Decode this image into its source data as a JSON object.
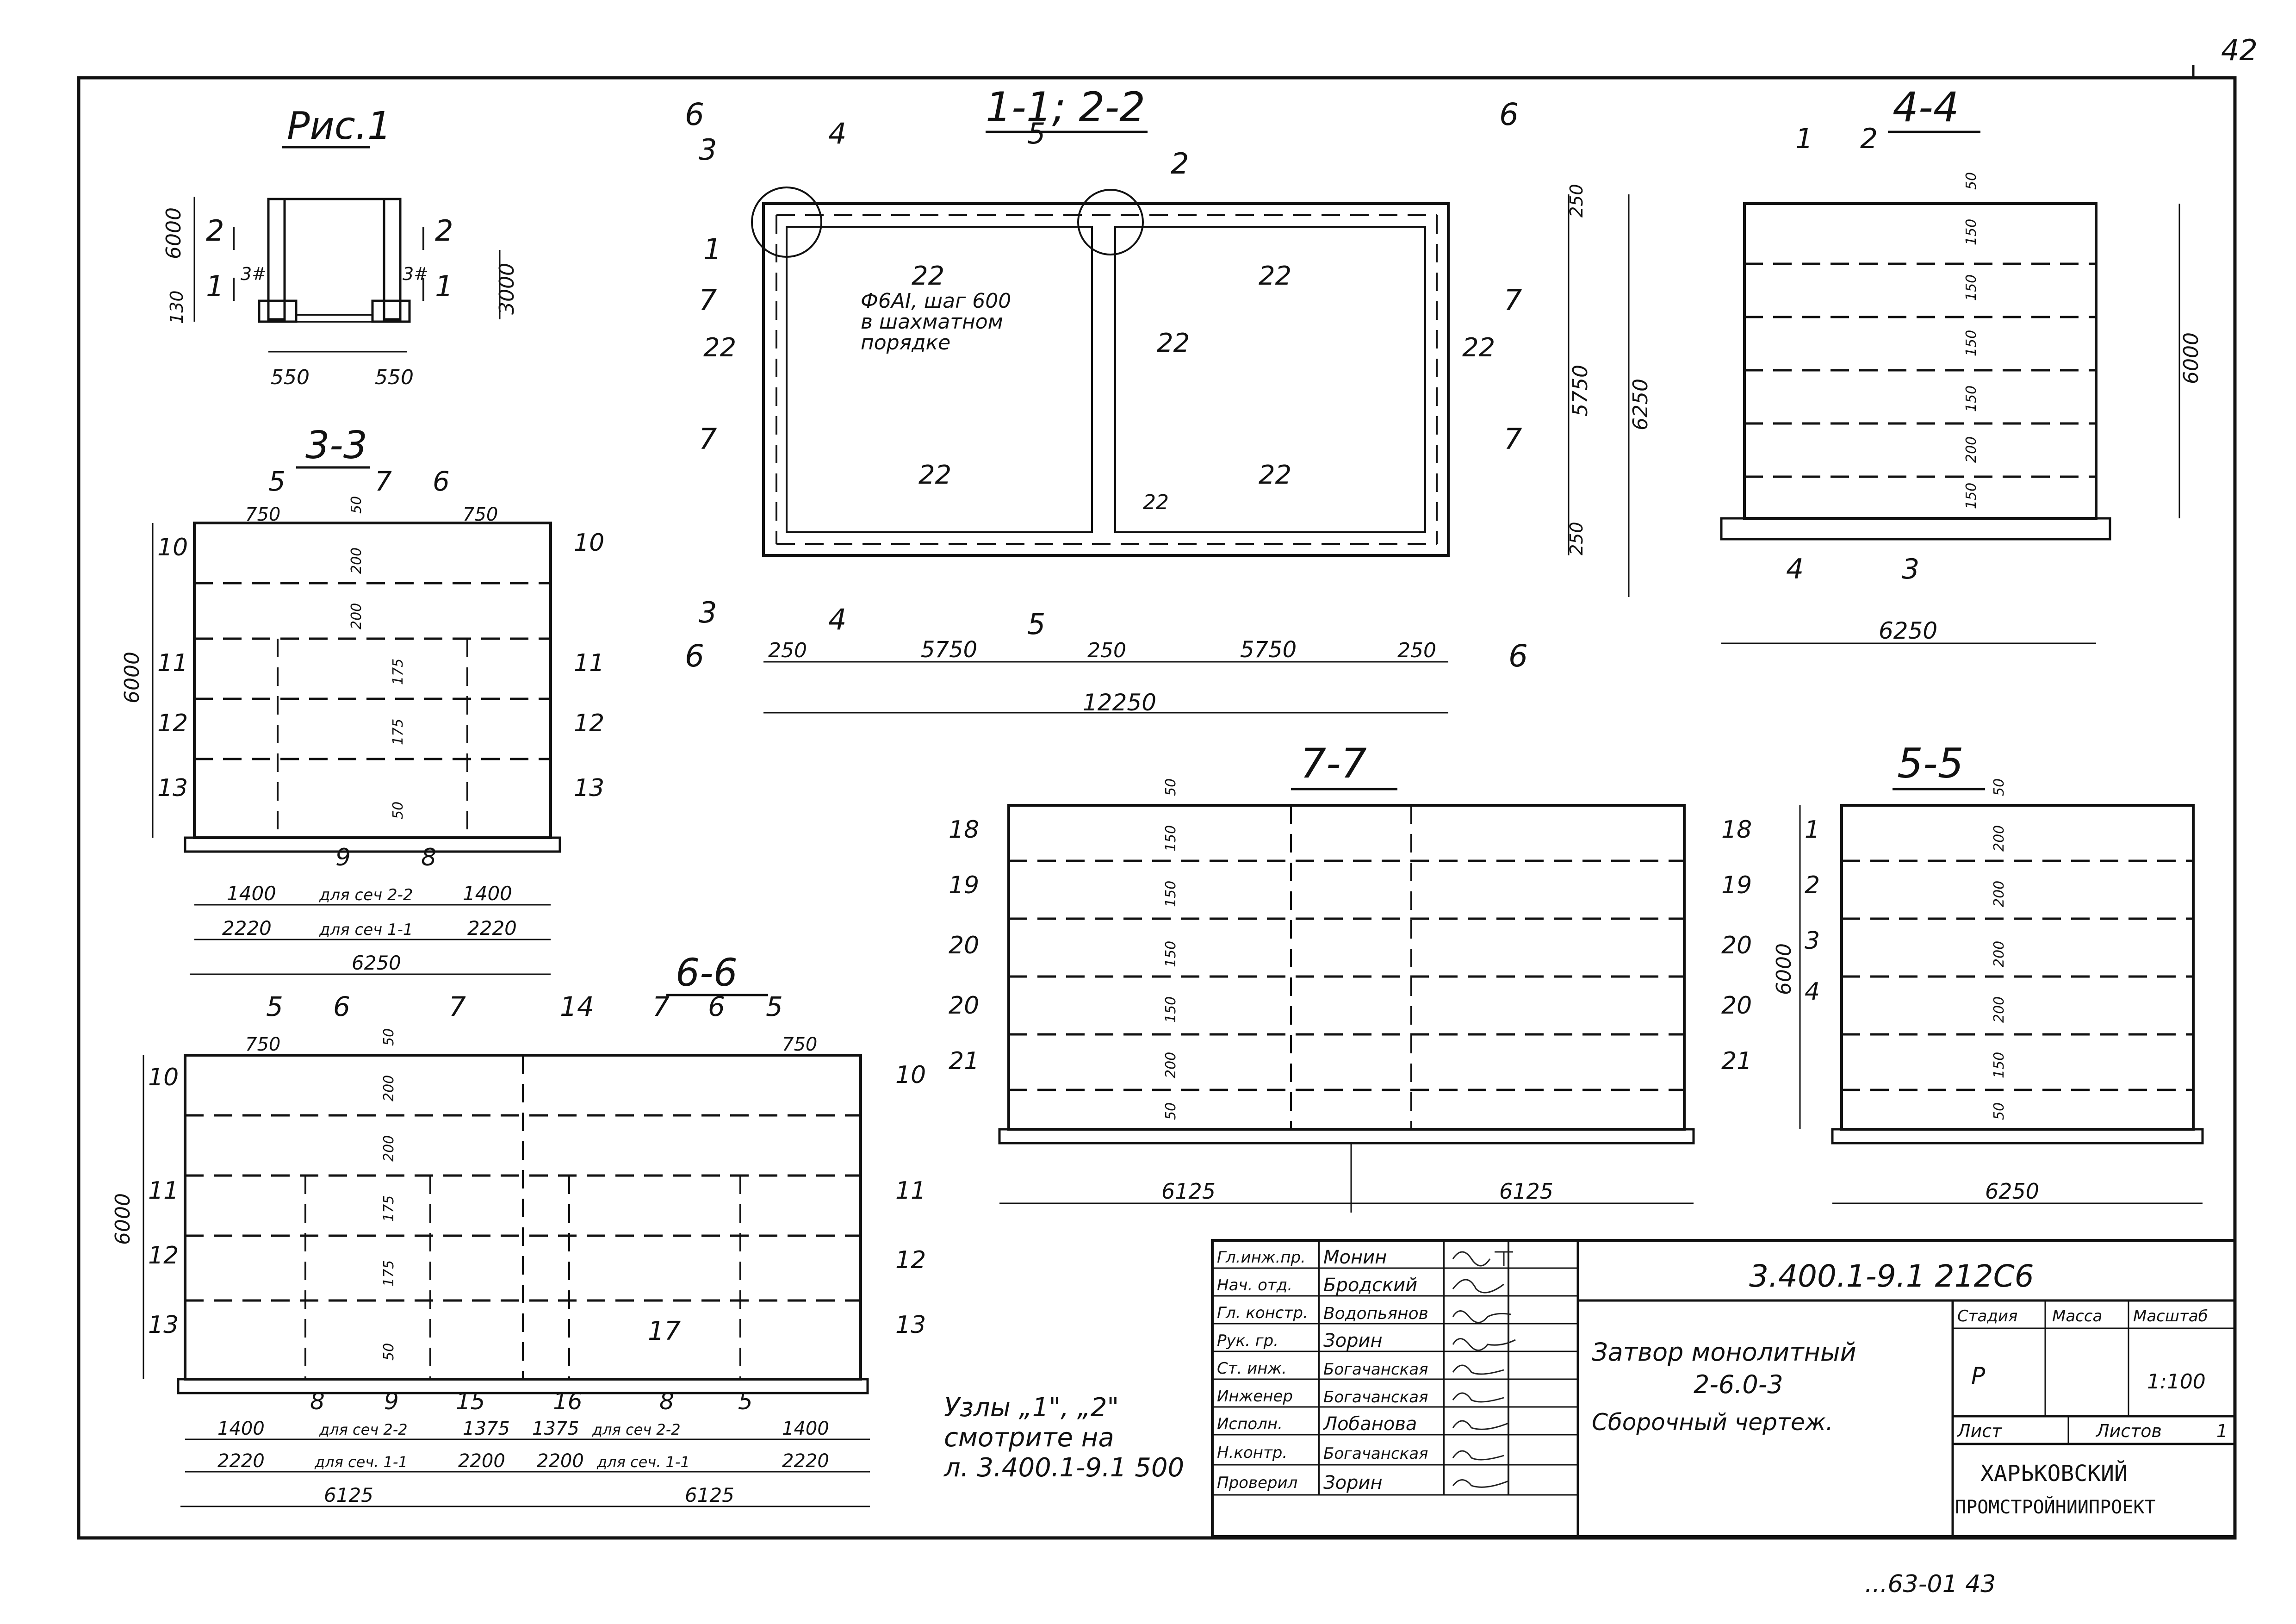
{
  "page_number": "42",
  "bottom_stamp": "...63-01 43",
  "fig1": {
    "title": "Рис.1",
    "dims": [
      "6000",
      "3000",
      "130",
      "550",
      "550"
    ],
    "cuts": [
      "2",
      "2",
      "1",
      "1"
    ],
    "marks": [
      "3#",
      "3#"
    ]
  },
  "plan": {
    "title": "1-1; 2-2",
    "cut_labels": [
      "6",
      "6",
      "3",
      "3",
      "4",
      "4",
      "5",
      "5",
      "6",
      "6",
      "7",
      "7",
      "7",
      "7"
    ],
    "callouts": [
      "1",
      "2"
    ],
    "rebar_note": [
      "Ф6АI, шаг 600",
      "в шахматном",
      "порядке"
    ],
    "marks_22": [
      "22",
      "22",
      "22",
      "22",
      "22",
      "22",
      "22",
      "22"
    ],
    "dims_right": [
      "250",
      "5750",
      "6250",
      "250"
    ],
    "dims_bottom": [
      "250",
      "5750",
      "250",
      "5750",
      "250"
    ],
    "total": "12250"
  },
  "s44": {
    "title": "4-4",
    "labels": [
      "1",
      "2",
      "4",
      "3"
    ],
    "spacings": [
      "50",
      "150",
      "150",
      "150",
      "150",
      "200",
      "150"
    ],
    "height": "6000",
    "width": "6250"
  },
  "s33": {
    "title": "3-3",
    "top_labels": [
      "5",
      "7",
      "6"
    ],
    "dims_top": [
      "750",
      "50",
      "750"
    ],
    "left_labels": [
      "10",
      "11",
      "12",
      "13"
    ],
    "right_labels": [
      "10",
      "11",
      "12",
      "13"
    ],
    "spacings": [
      "200",
      "200",
      "175",
      "175",
      "50"
    ],
    "bottom_labels": [
      "9",
      "8"
    ],
    "height": "6000",
    "dim_row1": [
      "1400",
      "для сеч 2-2",
      "1400"
    ],
    "dim_row2": [
      "2220",
      "для сеч 1-1",
      "2220"
    ],
    "width": "6250"
  },
  "s66": {
    "title": "6-6",
    "top_labels": [
      "5",
      "6",
      "7",
      "14",
      "7",
      "6",
      "5"
    ],
    "dims_top": [
      "750",
      "750"
    ],
    "left_labels": [
      "10",
      "11",
      "12",
      "13"
    ],
    "right_labels": [
      "10",
      "11",
      "12",
      "13"
    ],
    "spacings": [
      "50",
      "200",
      "200",
      "175",
      "175",
      "50"
    ],
    "mid_label": "17",
    "bottom_labels": [
      "8",
      "9",
      "15",
      "16",
      "8",
      "5"
    ],
    "height": "6000",
    "dim_row1": [
      "1400",
      "для сеч 2-2",
      "1375",
      "1375",
      "для сеч 2-2",
      "1400"
    ],
    "dim_row2": [
      "2220",
      "для сеч. 1-1",
      "2200",
      "2200",
      "для сеч. 1-1",
      "2220"
    ],
    "widths": [
      "6125",
      "6125"
    ]
  },
  "s77": {
    "title": "7-7",
    "left_labels": [
      "18",
      "19",
      "20",
      "20",
      "21"
    ],
    "right_labels": [
      "18",
      "19",
      "20",
      "20",
      "21"
    ],
    "spacings": [
      "50",
      "150",
      "150",
      "150",
      "150",
      "200",
      "50"
    ],
    "widths": [
      "6125",
      "6125"
    ]
  },
  "s55": {
    "title": "5-5",
    "left_labels": [
      "1",
      "2",
      "3",
      "4"
    ],
    "spacings": [
      "50",
      "200",
      "200",
      "200",
      "200",
      "150",
      "50"
    ],
    "height": "6000",
    "width": "6250"
  },
  "nodes_note": [
    "Узлы „1\", „2\"",
    "смотрите на",
    "л. 3.400.1-9.1 500"
  ],
  "title_block": {
    "roles": [
      "Гл.инж.пр.",
      "Нач. отд.",
      "Гл. констр.",
      "Рук. гр.",
      "Ст. инж.",
      "Инженер",
      "Исполн.",
      "Н.контр.",
      "Проверил"
    ],
    "names": [
      "Монин",
      "Бродский",
      "Водопьянов",
      "Зорин",
      "Богачанская",
      "Богачанская",
      "Лобанова",
      "Богачанская",
      "Зорин"
    ],
    "code": "3.400.1-9.1 212С6",
    "description": [
      "Затвор монолитный",
      "2-6.0-3",
      "Сборочный чертеж."
    ],
    "col_stage": "Стадия",
    "col_mass": "Масса",
    "col_scale": "Масштаб",
    "stage": "Р",
    "scale": "1:100",
    "sheet": "Лист",
    "sheets": "Листов",
    "sheets_value": "1",
    "org": [
      "ХАРЬКОВСКИЙ",
      "ПРОМСТРОЙНИИПРОЕКТ"
    ]
  }
}
